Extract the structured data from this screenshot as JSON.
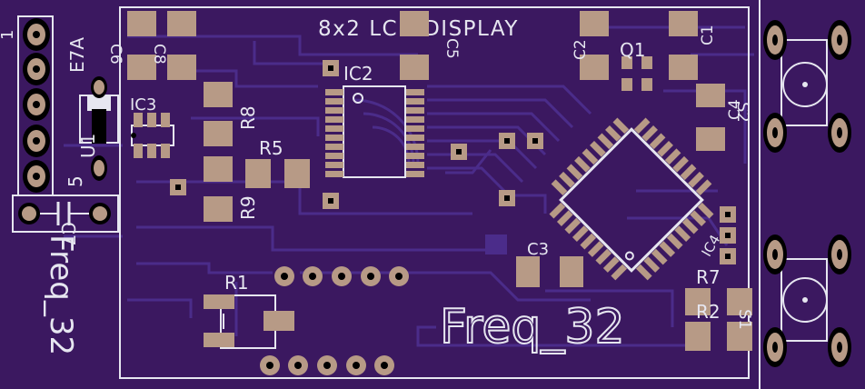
{
  "colors": {
    "board": "#3b1860",
    "trace": "#4b2c8a",
    "pad": "#b79a86",
    "silk": "#e6e6f0"
  },
  "labels": {
    "lcd_title": "8x2 LCD DISPLAY",
    "product_name": "Freq_32",
    "vertical_name": "Freq_32",
    "header_pin1": "1",
    "header_pin5": "5",
    "header_name": "E7A",
    "ic2": "IC2",
    "ic3": "IC3",
    "ic4": "IC4",
    "q1": "Q1",
    "c1": "C1",
    "c2": "C2",
    "c3": "C3",
    "c4": "C4",
    "c5": "C5",
    "c6": "C6",
    "c7": "C7",
    "c8": "C8",
    "r1": "R1",
    "r2": "R2",
    "r5": "R5",
    "r7": "R7",
    "r8": "R8",
    "r9": "R9",
    "s1": "S1",
    "s2": "S2",
    "u1": "U1"
  }
}
